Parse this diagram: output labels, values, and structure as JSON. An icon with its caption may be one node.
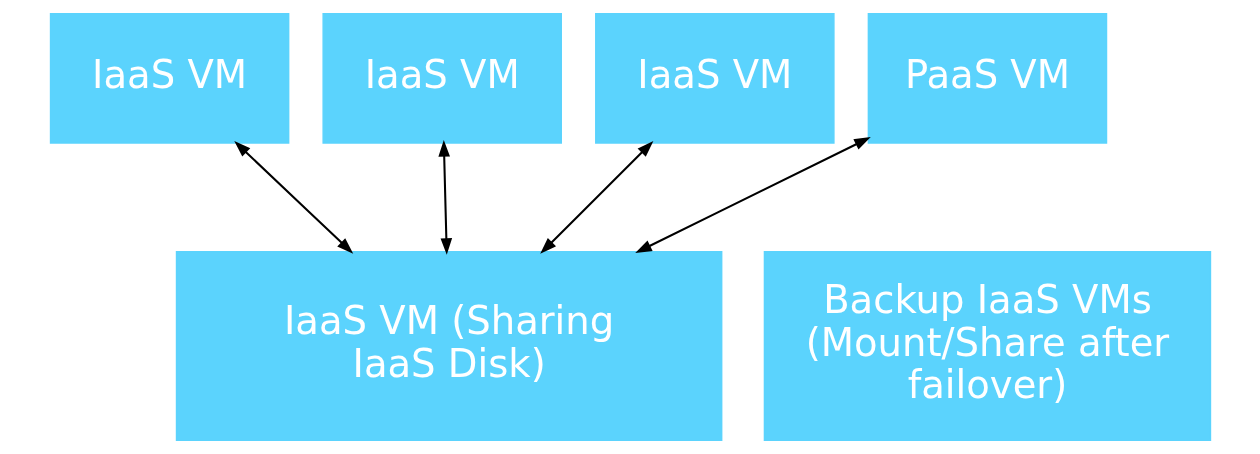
{
  "diagram": {
    "nodes": [
      {
        "text": [
          "IaaS VM"
        ]
      },
      {
        "text": [
          "IaaS VM"
        ]
      },
      {
        "text": [
          "IaaS VM"
        ]
      },
      {
        "text": [
          "PaaS VM"
        ]
      },
      {
        "text": [
          "IaaS VM (Sharing IaaS Disk)"
        ]
      },
      {
        "text": [
          "Backup IaaS VMs (Mount/Share after failover)"
        ]
      }
    ],
    "edges": [
      {
        "from": 0,
        "to": 4,
        "arrow": "both"
      },
      {
        "from": 1,
        "to": 4,
        "arrow": "both"
      },
      {
        "from": 2,
        "to": 4,
        "arrow": "both"
      },
      {
        "from": 3,
        "to": 4,
        "arrow": "both"
      }
    ]
  }
}
